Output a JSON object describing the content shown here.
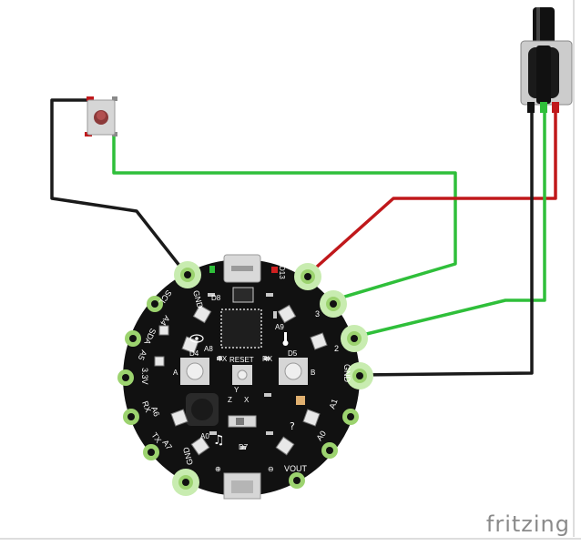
{
  "board": {
    "pad_labels": {
      "gnd_top": "GND",
      "a3": "3",
      "a2": "2",
      "a1": "A1",
      "gnd_right": "GND",
      "scl": "SCL",
      "a4": "A4",
      "sda": "SDA",
      "a5": "A5",
      "v33": "3.3V",
      "rx": "RX",
      "a6": "A6",
      "tx": "TX",
      "a7": "A7",
      "gnd_bottom": "GND",
      "vout": "VOUT",
      "a0": "A0"
    },
    "silk": {
      "d13": "D13",
      "d8": "D8",
      "a8": "A8",
      "a9": "A9",
      "d4": "D4",
      "tx": "TX",
      "reset": "RESET",
      "rx": "RX",
      "d5": "D5",
      "btn_a": "A",
      "btn_b": "B",
      "a0": "A0",
      "d7": "D7",
      "plus": "⊕",
      "minus": "⊖",
      "x": "X",
      "y": "Y",
      "z": "Z"
    }
  },
  "branding": {
    "text": "fritzing"
  },
  "colors": {
    "board": "#111111",
    "pad": "#9cd36f",
    "pad_glow": "#c8ecb0",
    "wire_red": "#c0181b",
    "wire_green": "#2fbf3a",
    "wire_black": "#1a1a1a",
    "button": "#d6d6d6"
  }
}
